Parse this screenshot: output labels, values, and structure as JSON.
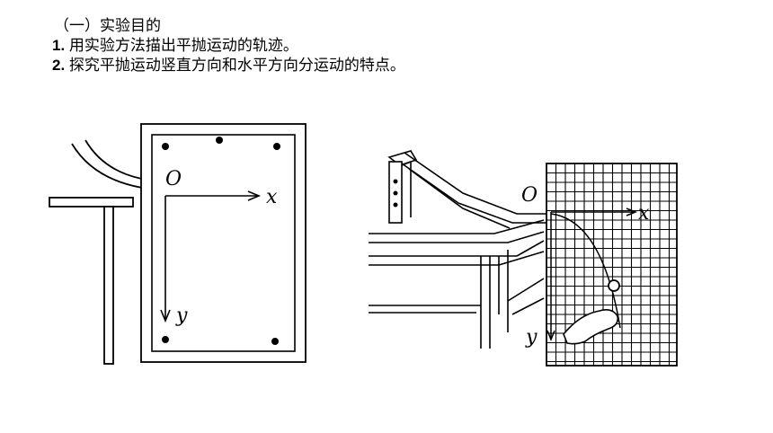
{
  "section": {
    "heading": "（一）实验目的",
    "items": [
      {
        "num": "1",
        "sep": ". ",
        "text": "用实验方法描出平抛运动的轨迹。"
      },
      {
        "num": "2",
        "sep": ". ",
        "text": "探究平抛运动竖直方向和水平方向分运动的特点。"
      }
    ]
  },
  "figure_left": {
    "origin_label": "O",
    "x_label": "x",
    "y_label": "y"
  },
  "figure_right": {
    "origin_label": "O",
    "x_label": "x",
    "y_label": "y"
  }
}
